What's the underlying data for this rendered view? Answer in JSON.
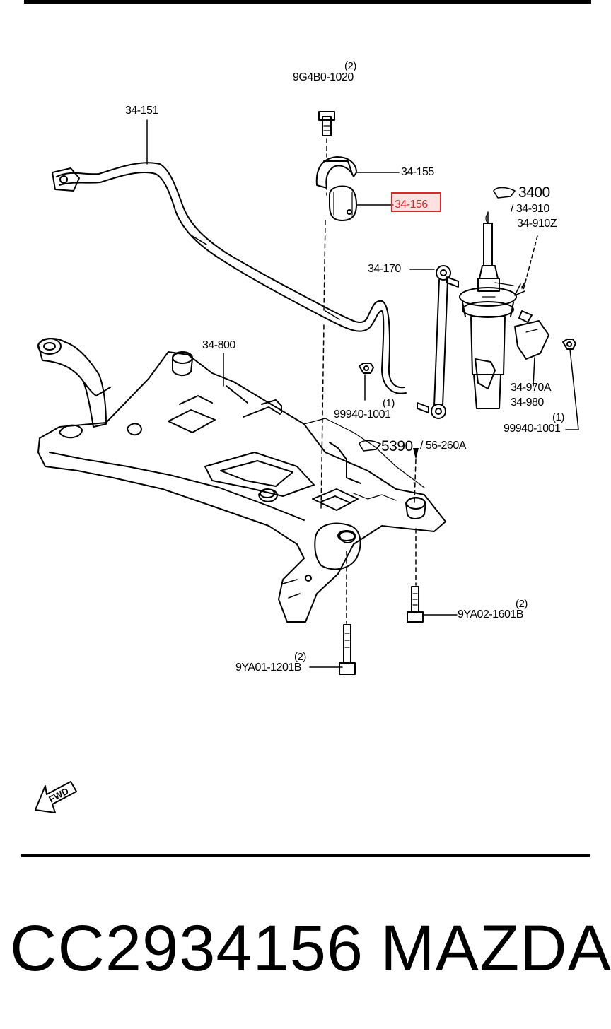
{
  "diagram": {
    "highlight_color": "#d9272e",
    "labels": {
      "stabilizer_bar": "34-151",
      "bracket_bolt_qty": "(2)",
      "bracket_bolt": "9G4B0-1020",
      "bracket": "34-155",
      "bushing": "34-156",
      "strut_ref": "3400",
      "strut": "/ 34-910",
      "strut_alt": "34-910Z",
      "link": "34-170",
      "crossmember": "34-800",
      "link_nut_qty": "(1)",
      "link_nut": "99940-1001",
      "bracket_970": "34-970A",
      "bracket_980": "34-980",
      "strut_nut_qty": "(1)",
      "strut_nut": "99940-1001",
      "mount_ref": "5390",
      "mount": "/ 56-260A",
      "rear_bolt_qty": "(2)",
      "rear_bolt": "9YA02-1601B",
      "front_bolt_qty": "(2)",
      "front_bolt": "9YA01-1201B",
      "fwd": "FWD"
    }
  },
  "footer": {
    "part_number": "CC2934156",
    "brand": "MAZDA"
  }
}
